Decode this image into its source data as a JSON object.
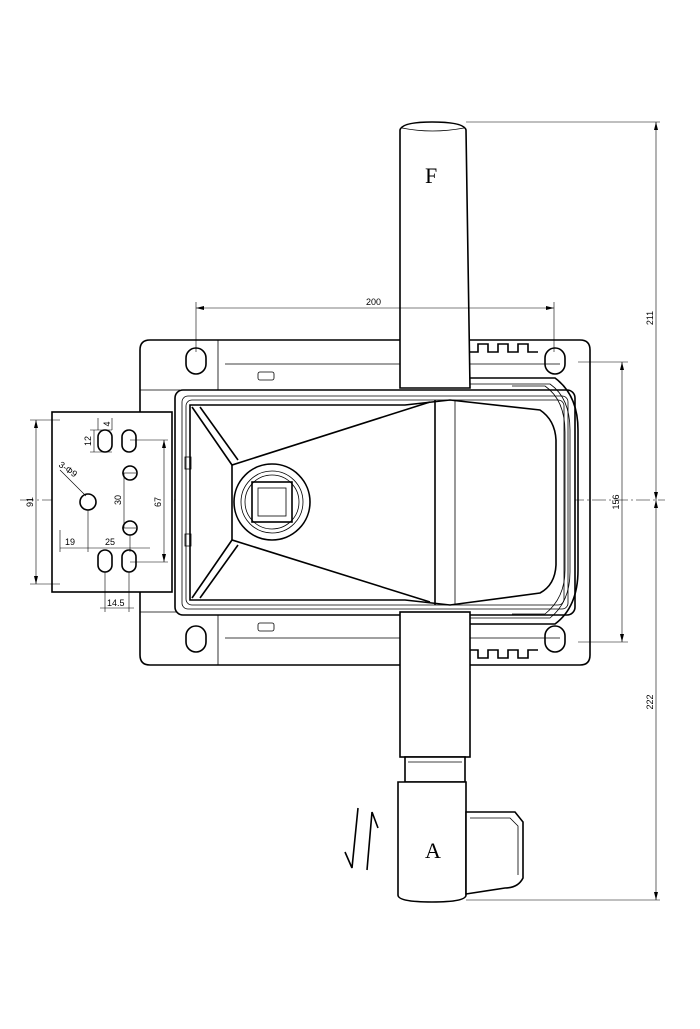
{
  "labels": {
    "handle_top": "F",
    "handle_bottom": "A"
  },
  "dimensions": {
    "hole_pitch_width": "200",
    "top_to_center": "211",
    "center_to_bottom": "222",
    "frame_height": "156",
    "flange_height": "91",
    "inner_height": "67",
    "vertical_spacing": "30",
    "hole_offset": "19",
    "hole_spacing": "25",
    "slot_offset": "14.5",
    "slot_length": "12",
    "slot_width": "4",
    "holes_callout": "3-Φ9"
  }
}
